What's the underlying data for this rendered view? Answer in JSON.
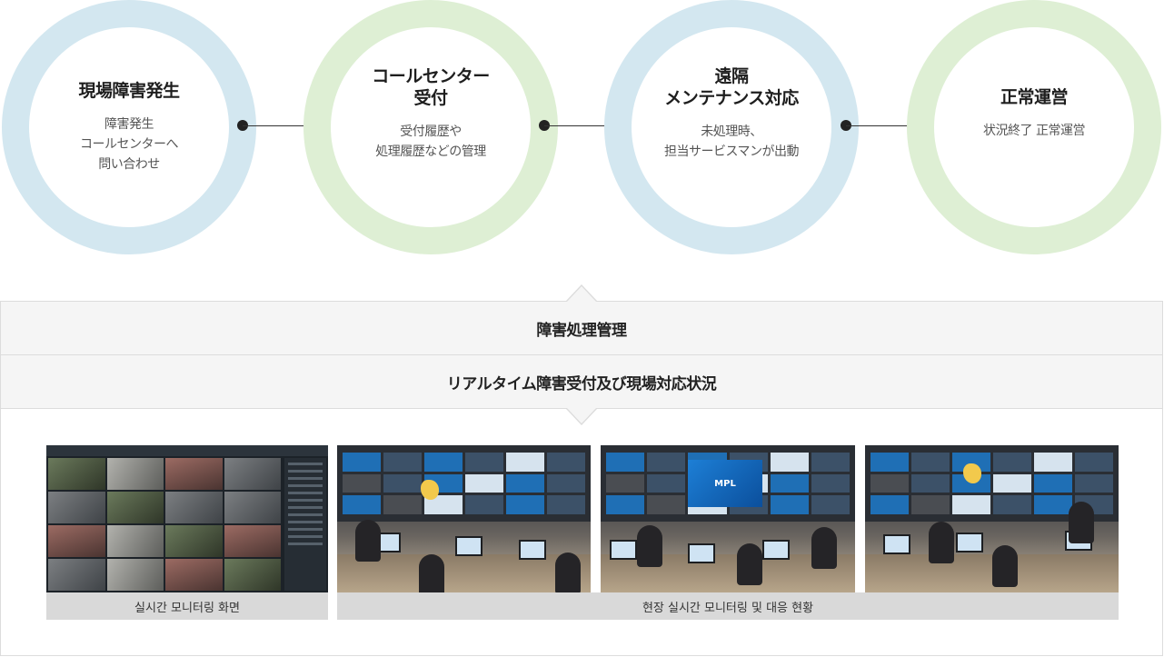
{
  "steps": [
    {
      "title": "現場障害発生",
      "desc": [
        "障害発生",
        "コールセンターへ",
        "問い合わせ"
      ]
    },
    {
      "title": [
        "コールセンター",
        "受付"
      ],
      "desc": [
        "受付履歴や",
        "処理履歴などの管理"
      ]
    },
    {
      "title": [
        "遠隔",
        "メンテナンス対応"
      ],
      "desc": [
        "未処理時、",
        "担当サービスマンが出動"
      ]
    },
    {
      "title": "正常運営",
      "desc": [
        "状況終了 正常運営"
      ]
    }
  ],
  "panel": {
    "heading": "障害処理管理",
    "subheading": "リアルタイム障害受付及び現場対応状況"
  },
  "photos": {
    "caption_software": "실시간 모니터링 화면",
    "caption_site": "현장 실시간 모니터링 및 대응 현황",
    "screen_logo": "MPL"
  },
  "colors": {
    "ring_blue": "#d3e7f0",
    "ring_green": "#deefd4",
    "bar_bg": "#f5f5f5"
  }
}
